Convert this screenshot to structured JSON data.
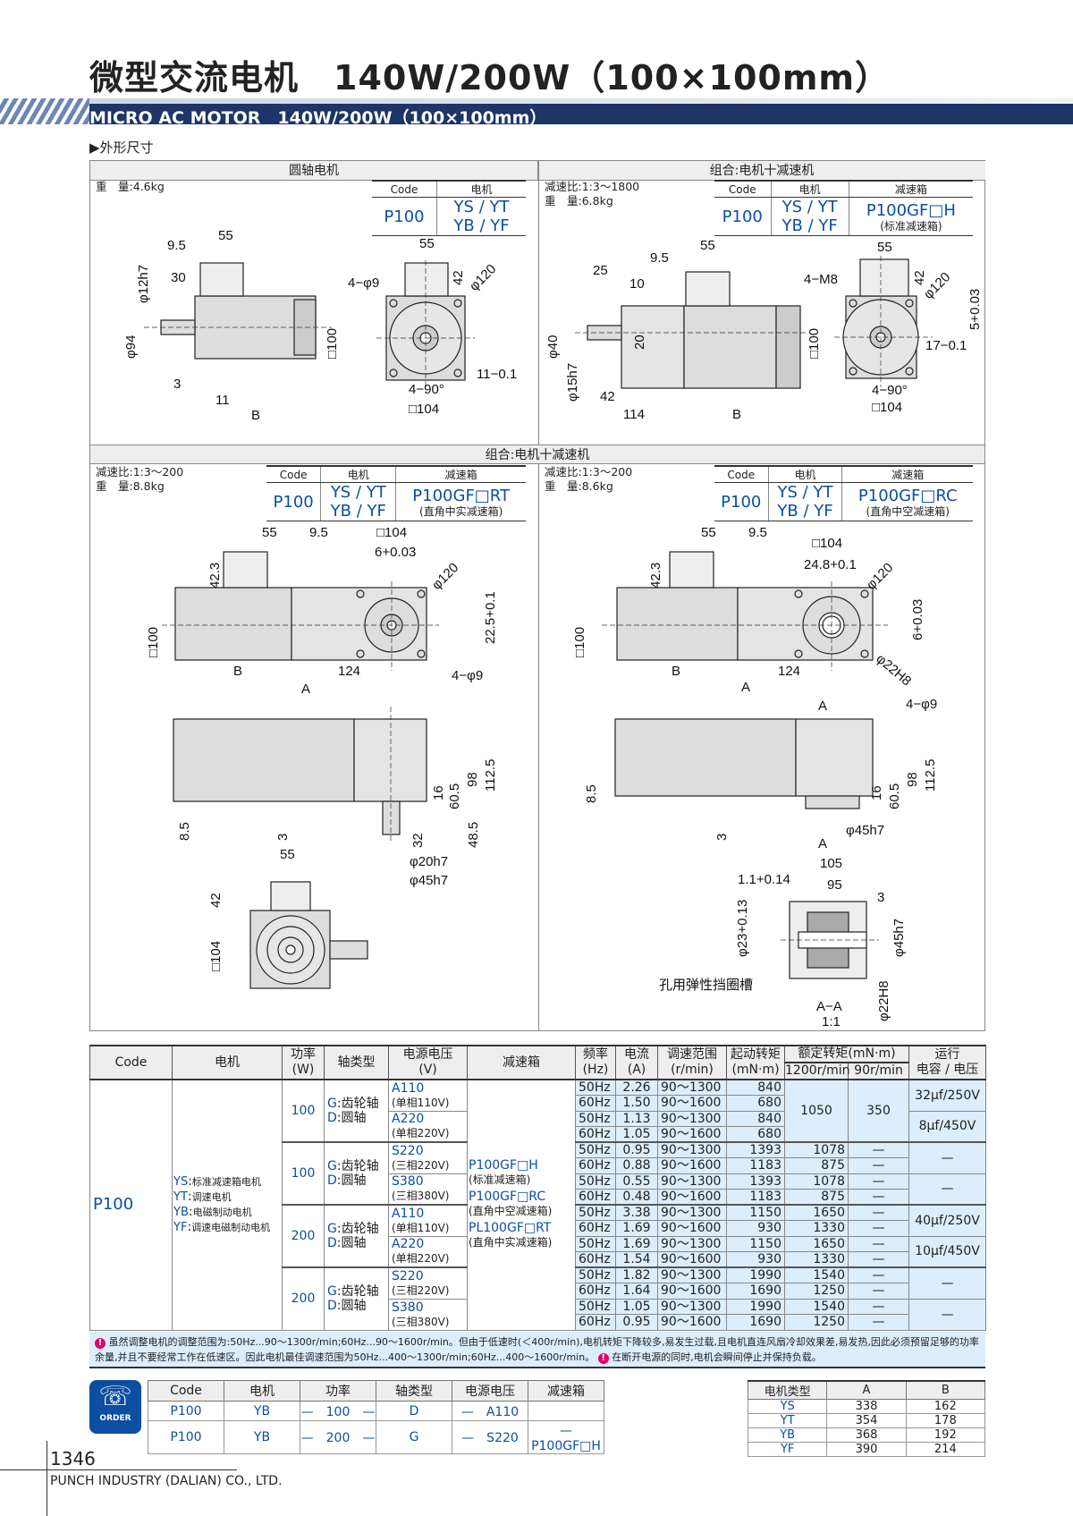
{
  "title": "微型交流电机　140W/200W（100×100mm）",
  "subtitle": "MICRO AC MOTOR　140W/200W（100×100mm）",
  "section": "▶外形尺寸",
  "panels": {
    "round": {
      "header": "圆轴电机",
      "info": "重　量:4.6kg",
      "spec": {
        "h": [
          "Code",
          "电机"
        ],
        "code": "P100",
        "motor1": "YS / YT",
        "motor2": "YB / YF"
      },
      "dims": [
        "55",
        "9.5",
        "φ12h7",
        "30",
        "φ94",
        "3",
        "11",
        "B",
        "□100",
        "55",
        "4−φ9",
        "42",
        "φ120",
        "4−90°",
        "11−0.1",
        "□104"
      ]
    },
    "combo1": {
      "header": "组合:电机十减速机",
      "info": "减速比:1:3～1800\n重　量:6.8kg",
      "spec": {
        "h": [
          "Code",
          "电机",
          "减速箱"
        ],
        "code": "P100",
        "motor1": "YS / YT",
        "motor2": "YB / YF",
        "gear": "P100GF□H",
        "gear_note": "(标准减速箱)"
      },
      "dims": [
        "55",
        "9.5",
        "25",
        "10",
        "φ40",
        "φ15h7",
        "20",
        "42",
        "114",
        "B",
        "□100",
        "55",
        "4−M8",
        "42",
        "φ120",
        "5+0.03",
        "17−0.1",
        "4−90°",
        "□104"
      ]
    },
    "combo_header": "组合:电机十减速机",
    "rt": {
      "info": "减速比:1:3～200\n重　量:8.8kg",
      "spec": {
        "h": [
          "Code",
          "电机",
          "减速箱"
        ],
        "code": "P100",
        "motor1": "YS / YT",
        "motor2": "YB / YF",
        "gear": "P100GF□RT",
        "gear_note": "(直角中实减速箱)"
      },
      "dims": [
        "55",
        "9.5",
        "□104",
        "6+0.03",
        "42.3",
        "φ120",
        "22.5+0.1",
        "□100",
        "B",
        "124",
        "4−φ9",
        "A",
        "8.5",
        "3",
        "16",
        "60.5",
        "98",
        "112.5",
        "32",
        "48.5",
        "φ20h7",
        "φ45h7",
        "55",
        "42",
        "□104"
      ]
    },
    "rc": {
      "info": "减速比:1:3～200\n重　量:8.6kg",
      "spec": {
        "h": [
          "Code",
          "电机",
          "减速箱"
        ],
        "code": "P100",
        "motor1": "YS / YT",
        "motor2": "YB / YF",
        "gear": "P100GF□RC",
        "gear_note": "(直角中空减速箱)"
      },
      "dims": [
        "55",
        "9.5",
        "□104",
        "24.8+0.1",
        "42.3",
        "φ120",
        "6+0.03",
        "□100",
        "φ22H8",
        "4−φ9",
        "B",
        "124",
        "A",
        "A",
        "8.5",
        "3",
        "16",
        "60.5",
        "98",
        "112.5",
        "φ45h7",
        "A",
        "1.1+0.14",
        "105",
        "95",
        "3",
        "φ23+0.13",
        "φ45h7",
        "孔用弹性挡圈槽",
        "φ22H8",
        "A−A",
        "1:1"
      ]
    }
  },
  "main_table": {
    "headers": [
      "Code",
      "电机",
      "功率\n(W)",
      "轴类型",
      "电源电压\n(V)",
      "减速箱",
      "频率\n(Hz)",
      "电流\n(A)",
      "调速范围\n(r/min)",
      "起动转矩\n(mN·m)",
      "额定转矩(mN·m)",
      "1200r/min",
      "90r/min",
      "运行\n电容 / 电压"
    ],
    "code": "P100",
    "motors": [
      [
        "YS",
        "标准减速箱电机"
      ],
      [
        "YT",
        "调速电机"
      ],
      [
        "YB",
        "电磁制动电机"
      ],
      [
        "YF",
        "调速电磁制动电机"
      ]
    ],
    "gearboxes": [
      [
        "P100GF□H",
        "(标准减速箱)"
      ],
      [
        "P100GF□RC",
        "(直角中空减速箱)"
      ],
      [
        "PL100GF□RT",
        "(直角中实减速箱)"
      ]
    ],
    "blocks": [
      {
        "power": "100",
        "shaft": [
          [
            "G",
            "齿轮轴"
          ],
          [
            "D",
            "圆轴"
          ]
        ],
        "voltages": [
          [
            "A110",
            "(单相110V)"
          ],
          [
            "A220",
            "(单相220V)"
          ]
        ],
        "merged": [
          "1050",
          "350"
        ],
        "rows": [
          [
            "50Hz",
            "2.26",
            "90～1300",
            "840"
          ],
          [
            "60Hz",
            "1.50",
            "90～1600",
            "680"
          ],
          [
            "50Hz",
            "1.13",
            "90～1300",
            "840"
          ],
          [
            "60Hz",
            "1.05",
            "90～1600",
            "680"
          ]
        ],
        "caps": [
          "32μf/250V",
          "8μf/450V"
        ]
      },
      {
        "power": "100",
        "shaft": [
          [
            "G",
            "齿轮轴"
          ],
          [
            "D",
            "圆轴"
          ]
        ],
        "voltages": [
          [
            "S220",
            "(三相220V)"
          ],
          [
            "S380",
            "(三相380V)"
          ]
        ],
        "rows": [
          [
            "50Hz",
            "0.95",
            "90～1300",
            "1393",
            "1078",
            "—"
          ],
          [
            "60Hz",
            "0.88",
            "90～1600",
            "1183",
            "875",
            "—"
          ],
          [
            "50Hz",
            "0.55",
            "90～1300",
            "1393",
            "1078",
            "—"
          ],
          [
            "60Hz",
            "0.48",
            "90～1600",
            "1183",
            "875",
            "—"
          ]
        ],
        "caps": [
          "—",
          "—"
        ]
      },
      {
        "power": "200",
        "shaft": [
          [
            "G",
            "齿轮轴"
          ],
          [
            "D",
            "圆轴"
          ]
        ],
        "voltages": [
          [
            "A110",
            "(单相110V)"
          ],
          [
            "A220",
            "(单相220V)"
          ]
        ],
        "rows": [
          [
            "50Hz",
            "3.38",
            "90～1300",
            "1150",
            "1650",
            "—"
          ],
          [
            "60Hz",
            "1.69",
            "90～1600",
            "930",
            "1330",
            "—"
          ],
          [
            "50Hz",
            "1.69",
            "90～1300",
            "1150",
            "1650",
            "—"
          ],
          [
            "60Hz",
            "1.54",
            "90～1600",
            "930",
            "1330",
            "—"
          ]
        ],
        "caps": [
          "40μf/250V",
          "10μf/450V"
        ]
      },
      {
        "power": "200",
        "shaft": [
          [
            "G",
            "齿轮轴"
          ],
          [
            "D",
            "圆轴"
          ]
        ],
        "voltages": [
          [
            "S220",
            "(三相220V)"
          ],
          [
            "S380",
            "(三相380V)"
          ]
        ],
        "rows": [
          [
            "50Hz",
            "1.82",
            "90～1300",
            "1990",
            "1540",
            "—"
          ],
          [
            "60Hz",
            "1.64",
            "90～1600",
            "1690",
            "1250",
            "—"
          ],
          [
            "50Hz",
            "1.05",
            "90～1300",
            "1990",
            "1540",
            "—"
          ],
          [
            "60Hz",
            "0.95",
            "90～1600",
            "1690",
            "1250",
            "—"
          ]
        ],
        "caps": [
          "—",
          "—"
        ]
      }
    ]
  },
  "note1": "虽然调整电机的调整范围为:50Hz...90～1300r/min;60Hz...90～1600r/min。但由于低速时(＜400r/min),电机转矩下降较多,易发生过载,且电机直连风扇冷却效果差,易发热,因此必须预留足够的功率余量,并且不要经常工作在低速区。因此电机最佳调速范围为50Hz...400～1300r/min;60Hz...400～1600r/min。",
  "note2": "在断开电源的同时,电机会瞬间停止并保持负载。",
  "order": {
    "icon_label": "ORDER",
    "headers": [
      "Code",
      "电机",
      "功率",
      "轴类型",
      "电源电压",
      "减速箱"
    ],
    "rows": [
      [
        "P100",
        "YB",
        "—　100　—",
        "D",
        "—　A110",
        ""
      ],
      [
        "P100",
        "YB",
        "—　200　—",
        "G",
        "—　S220",
        "—　P100GF□H"
      ]
    ]
  },
  "type_table": {
    "headers": [
      "电机类型",
      "A",
      "B"
    ],
    "rows": [
      [
        "YS",
        "338",
        "162"
      ],
      [
        "YT",
        "354",
        "178"
      ],
      [
        "YB",
        "368",
        "192"
      ],
      [
        "YF",
        "390",
        "214"
      ]
    ]
  },
  "page_number": "1346",
  "company": "PUNCH INDUSTRY (DALIAN) CO., LTD."
}
